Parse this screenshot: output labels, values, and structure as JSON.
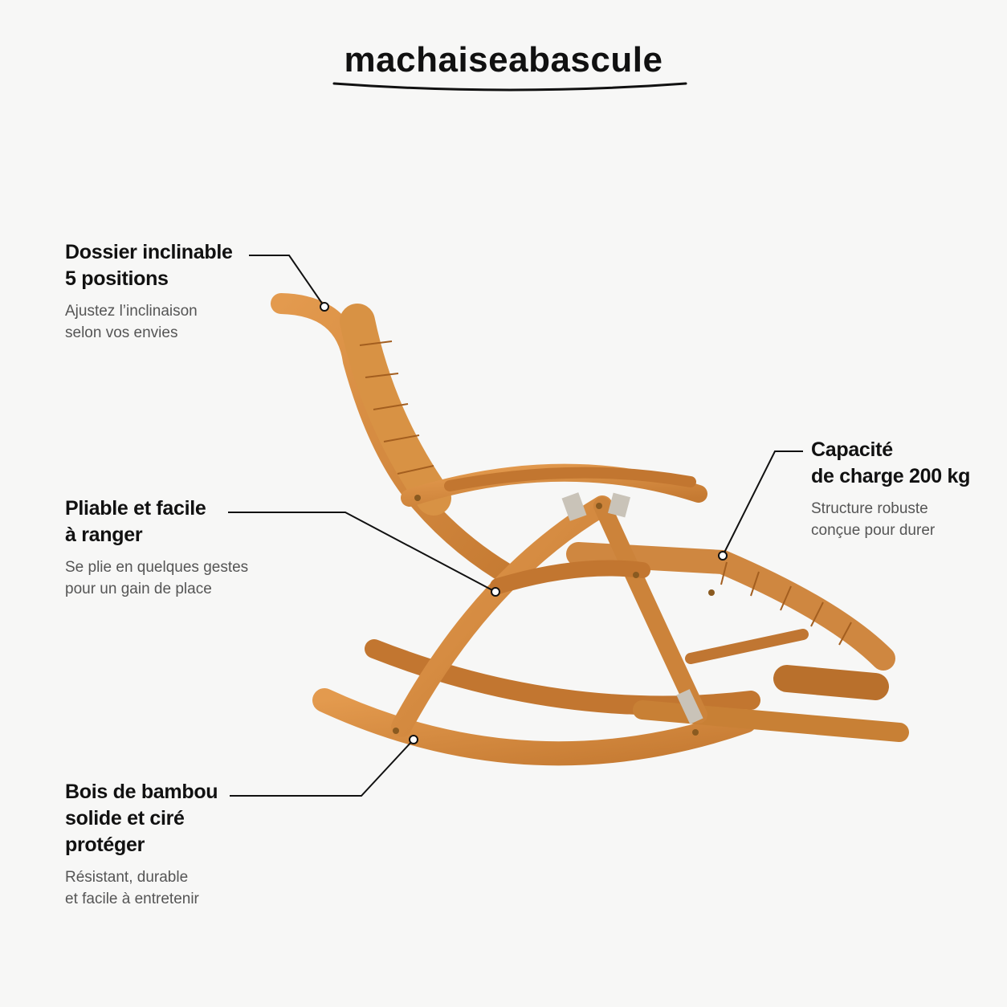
{
  "brand": {
    "name": "machaiseabascule"
  },
  "features": [
    {
      "title": "Dossier inclinable\n5 positions",
      "description": "Ajustez l’inclinaison\nselon vos envies"
    },
    {
      "title": "Pliable et facile\nà ranger",
      "description": "Se plie en quelques gestes\npour un gain de place"
    },
    {
      "title": "Capacité\nde charge 200 kg",
      "description": "Structure robuste\nconçue pour durer"
    },
    {
      "title": "Bois de bambou\nsolide et ciré\nprotéger",
      "description": "Résistant, durable\net facile à entretenir"
    }
  ],
  "colors": {
    "wood": "#d68a3c",
    "wood_dark": "#b56a24",
    "background": "#f7f7f6",
    "text": "#111111",
    "muted": "#555555"
  }
}
